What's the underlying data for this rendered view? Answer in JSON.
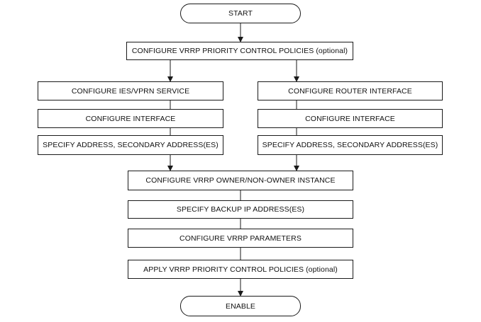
{
  "diagram": {
    "start": "START",
    "priority_policies": "CONFIGURE VRRP PRIORITY CONTROL POLICIES (optional)",
    "left_branch": {
      "service": "CONFIGURE IES/VPRN SERVICE",
      "interface": "CONFIGURE INTERFACE",
      "address": "SPECIFY ADDRESS, SECONDARY ADDRESS(ES)"
    },
    "right_branch": {
      "router_interface": "CONFIGURE ROUTER INTERFACE",
      "interface": "CONFIGURE INTERFACE",
      "address": "SPECIFY ADDRESS, SECONDARY ADDRESS(ES)"
    },
    "instance": "CONFIGURE VRRP OWNER/NON-OWNER INSTANCE",
    "backup_ip": "SPECIFY BACKUP IP ADDRESS(ES)",
    "parameters": "CONFIGURE VRRP PARAMETERS",
    "apply_policies": "APPLY VRRP PRIORITY CONTROL POLICIES (optional)",
    "end": "ENABLE"
  },
  "colors": {
    "stroke": "#1a1a1a",
    "text": "#111111",
    "background": "#ffffff"
  }
}
